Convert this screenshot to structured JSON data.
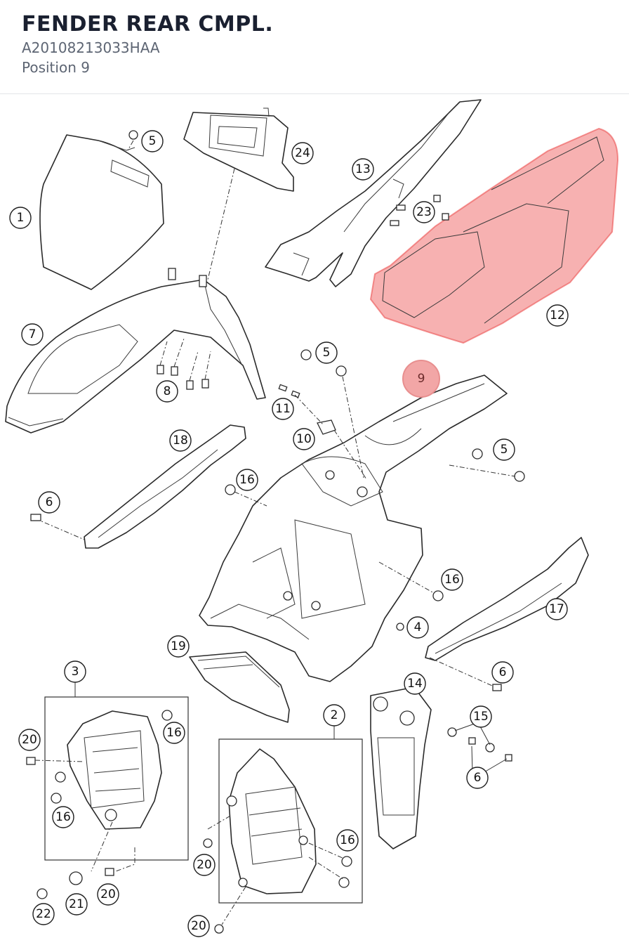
{
  "header": {
    "title": "FENDER REAR CMPL.",
    "code": "A20108213033HAA",
    "position": "Position 9"
  },
  "colors": {
    "highlight": "#eb4646",
    "selected_callout": "#f2a6a6"
  },
  "callouts": {
    "c1": "1",
    "c2": "2",
    "c3": "3",
    "c4": "4",
    "c5a": "5",
    "c5b": "5",
    "c5c": "5",
    "c6a": "6",
    "c6b": "6",
    "c6c": "6",
    "c7": "7",
    "c8": "8",
    "c9": "9",
    "c10": "10",
    "c11": "11",
    "c12": "12",
    "c13": "13",
    "c14": "14",
    "c15": "15",
    "c16a": "16",
    "c16b": "16",
    "c16c": "16",
    "c16d": "16",
    "c16e": "16",
    "c17": "17",
    "c18": "18",
    "c19": "19",
    "c20a": "20",
    "c20b": "20",
    "c20c": "20",
    "c20d": "20",
    "c21": "21",
    "c22": "22",
    "c23": "23",
    "c24": "24"
  }
}
